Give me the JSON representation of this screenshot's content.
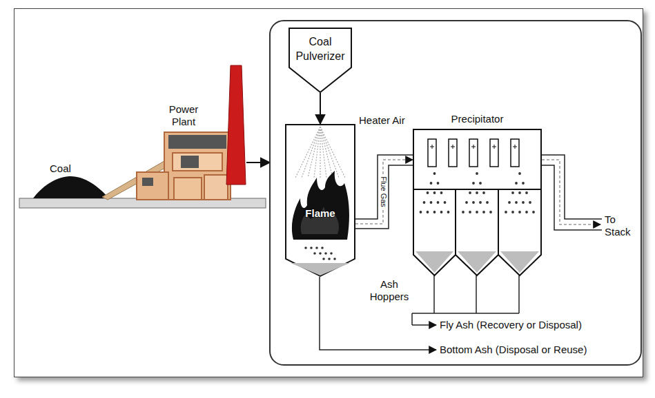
{
  "diagram": {
    "nodes": [
      {
        "text": [
          "Coal Pulverizer"
        ]
      },
      {
        "text": [
          "Flame"
        ]
      },
      {
        "text": [
          "Precipitator"
        ]
      }
    ],
    "edges": [
      {
        "from": 0,
        "to": 1,
        "arrow": "to"
      },
      {
        "from": 1,
        "to": 2,
        "arrow": "to",
        "label": "Flue Gas"
      }
    ],
    "labels": [
      "Coal",
      "Power Plant",
      "Heater Air",
      "To Stack",
      "Ash Hoppers",
      "Fly Ash (Recovery or Disposal)",
      "Bottom Ash (Disposal or Reuse)"
    ]
  }
}
